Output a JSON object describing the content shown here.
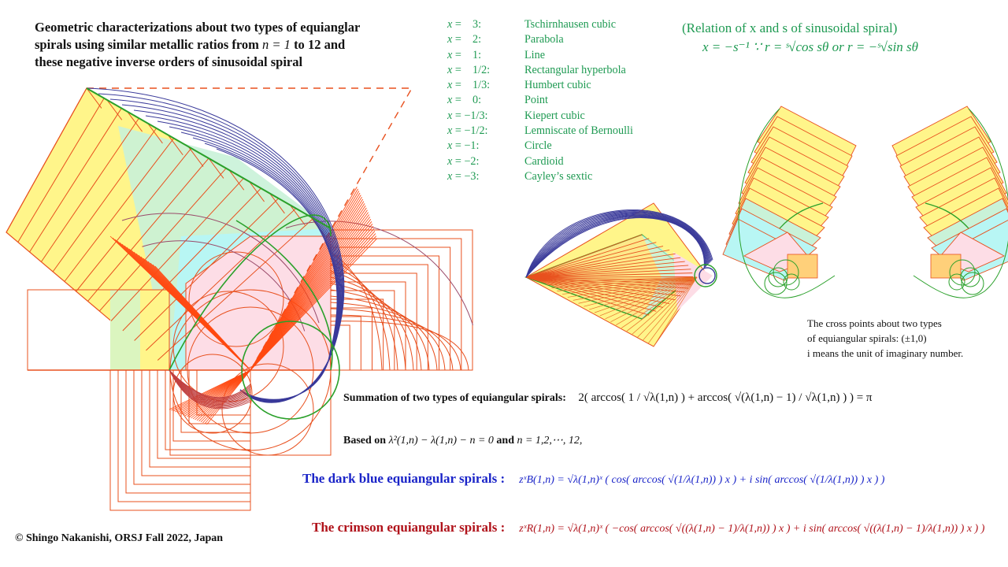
{
  "title": {
    "line1": "Geometric characterizations about two types of equianglar",
    "line2_pre": "spirals using similar metallic ratios from ",
    "line2_math": "n = 1",
    "line2_mid": " to ",
    "line2_num": "12",
    "line2_post": " and",
    "line3": "these negative inverse orders of sinusoidal spiral"
  },
  "curve_list": [
    {
      "x": "3:",
      "name": "Tschirnhausen  cubic"
    },
    {
      "x": "2:",
      "name": "Parabola"
    },
    {
      "x": "1:",
      "name": "Line"
    },
    {
      "x": "1/2:",
      "name": "Rectangular  hyperbola"
    },
    {
      "x": "1/3:",
      "name": "Humbert  cubic"
    },
    {
      "x": "0:",
      "name": "Point"
    },
    {
      "x": "−1/3:",
      "name": "Kiepert  cubic"
    },
    {
      "x": "−1/2:",
      "name": "Lemniscate  of Bernoulli"
    },
    {
      "x": "−1:",
      "name": "Circle"
    },
    {
      "x": "−2:",
      "name": "Cardioid"
    },
    {
      "x": "−3:",
      "name": "Cayley’s  sextic"
    }
  ],
  "curve_list_prefix": "x = ",
  "relation": {
    "heading": "(Relation of x and s of sinusoidal spiral)",
    "formula": "x = −s⁻¹  ∵ r = ˢ√cos sθ  or r = −ˢ√sin sθ"
  },
  "cross_note": {
    "line1": "The cross points about two types",
    "line2": "of equiangular spirals: (±1,0)",
    "line3": "i means the unit of imaginary number."
  },
  "summation": {
    "label": "Summation  of two  types of equiangular  spirals:",
    "formula": "2( arccos( 1 / √λ(1,n) ) + arccos( √(λ(1,n) − 1) / √λ(1,n) ) ) = π"
  },
  "based_on": {
    "pre": "Based on ",
    "eq1": "λ²(1,n) − λ(1,n) − n = 0",
    "mid": " and ",
    "eq2": "n = 1,2,⋯, 12,"
  },
  "blue_equation": {
    "label": "The dark blue equiangular spirals :",
    "formula": "zˣB(1,n) = √λ(1,n)ˣ ( cos( arccos( √(1/λ(1,n)) ) x ) + i sin( arccos( √(1/λ(1,n)) ) x ) )",
    "color": "#1a24c8"
  },
  "red_equation": {
    "label": "The crimson equiangular spirals :",
    "formula": "zˣR(1,n) = √λ(1,n)ˣ ( −cos( arccos( √((λ(1,n) − 1)/λ(1,n)) ) x ) + i sin( arccos( √((λ(1,n) − 1)/λ(1,n)) ) x ) )",
    "color": "#b0121a"
  },
  "copyright": "© Shingo Nakanishi, ORSJ Fall 2022, Japan",
  "diagram": {
    "n_values": [
      1,
      2,
      3,
      4,
      5,
      6,
      7,
      8,
      9,
      10,
      11,
      12
    ],
    "cross_points": [
      "(-1,0)",
      "(1,0)"
    ],
    "colors": {
      "crimson": "#e8501e",
      "dark_blue": "#3a3a9a",
      "green": "#2aa02a",
      "yellow_fill": "#fff58a",
      "cyan_fill": "#b8f6f4",
      "pink_fill": "#fddde6",
      "mint_fill": "#c9f2d8"
    }
  }
}
